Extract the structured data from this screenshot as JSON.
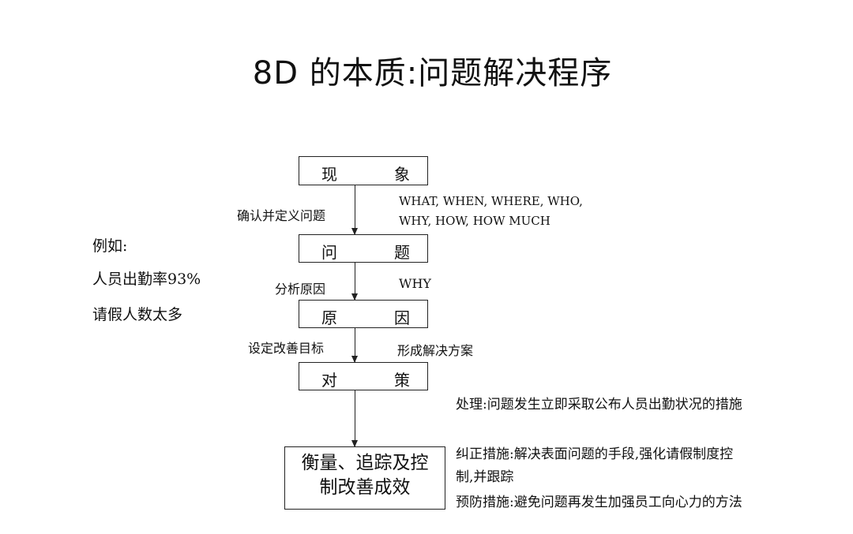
{
  "title": "8D 的本质:问题解决程序",
  "boxes": {
    "phenomenon": {
      "left": "现",
      "right": "象"
    },
    "problem": {
      "left": "问",
      "right": "题"
    },
    "cause": {
      "left": "原",
      "right": "因"
    },
    "measure": {
      "left": "对",
      "right": "策"
    },
    "final": {
      "line1": "衡量、追踪及控",
      "line2": "制改善成效"
    }
  },
  "left_labels": {
    "confirm": "确认并定义问题",
    "analyze": "分析原因",
    "set_goal": "设定改善目标"
  },
  "right_labels": {
    "five_w_line1": "WHAT, WHEN, WHERE, WHO,",
    "five_w_line2": "WHY, HOW, HOW MUCH",
    "why": "WHY",
    "solution": "形成解决方案"
  },
  "example": {
    "heading": "例如:",
    "line1": "人员出勤率93%",
    "line2": "请假人数太多"
  },
  "notes": {
    "handling": "处理:问题发生立即采取公布人员出勤状况的措施",
    "corrective": "纠正措施:解决表面问题的手段,强化请假制度控制,并跟踪",
    "preventive": "预防措施:避免问题再发生加强员工向心力的方法"
  }
}
